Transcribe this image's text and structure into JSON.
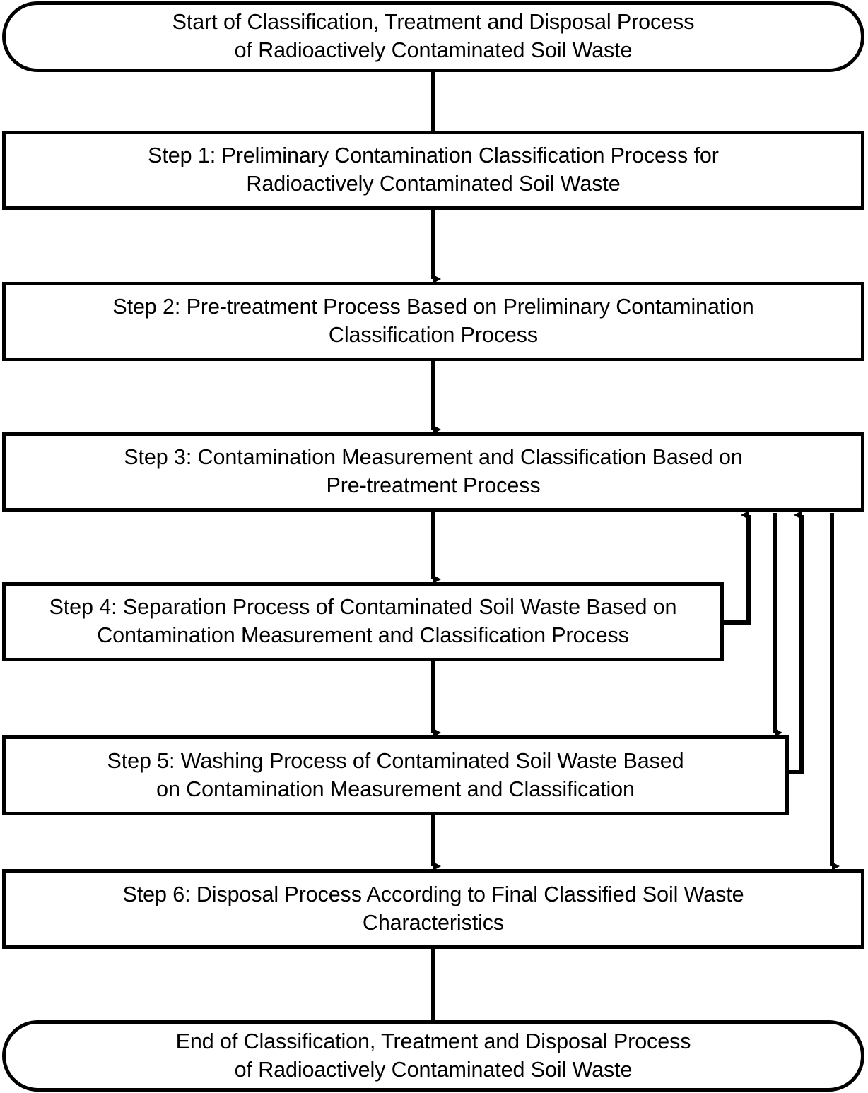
{
  "diagram": {
    "title": "Classification, Treatment and Disposal Process of Radioactively Contaminated Soil Waste",
    "line_color": "#000000",
    "fill_color": "#ffffff",
    "nodes": [
      {
        "id": "start",
        "shape": "terminator",
        "text": "Start of Classification, Treatment and Disposal Process\nof Radioactively Contaminated Soil Waste"
      },
      {
        "id": "step1",
        "shape": "process",
        "text": "Step 1: Preliminary Contamination Classification Process for\nRadioactively Contaminated Soil Waste"
      },
      {
        "id": "step2",
        "shape": "process",
        "text": "Step 2: Pre-treatment Process Based on Preliminary Contamination\nClassification Process"
      },
      {
        "id": "step3",
        "shape": "process",
        "text": "Step 3: Contamination Measurement and Classification Based on\nPre-treatment Process"
      },
      {
        "id": "step4",
        "shape": "process",
        "text": "Step 4: Separation Process of Contaminated Soil Waste Based on\nContamination Measurement and Classification Process"
      },
      {
        "id": "step5",
        "shape": "process",
        "text": "Step 5: Washing Process of Contaminated Soil Waste Based\non Contamination Measurement and Classification"
      },
      {
        "id": "step6",
        "shape": "process",
        "text": "Step 6: Disposal Process According to Final Classified Soil Waste\nCharacteristics"
      },
      {
        "id": "end",
        "shape": "terminator",
        "text": "End of Classification, Treatment and Disposal Process\nof Radioactively Contaminated Soil Waste"
      }
    ],
    "connectors": [
      {
        "id": "start-to-step1",
        "from": "start",
        "to": "step1",
        "arrowhead": false
      },
      {
        "id": "step1-to-step2",
        "from": "step1",
        "to": "step2",
        "arrowhead": true
      },
      {
        "id": "step2-to-step3",
        "from": "step2",
        "to": "step3",
        "arrowhead": true
      },
      {
        "id": "step3-to-step4",
        "from": "step3",
        "to": "step4",
        "arrowhead": true
      },
      {
        "id": "step4-to-step5",
        "from": "step4",
        "to": "step5",
        "arrowhead": true
      },
      {
        "id": "step5-to-step6",
        "from": "step5",
        "to": "step6",
        "arrowhead": true
      },
      {
        "id": "step6-to-end",
        "from": "step6",
        "to": "end",
        "arrowhead": false
      },
      {
        "id": "step4-back-to-step3",
        "from": "step4",
        "to": "step3",
        "arrowhead": true,
        "kind": "feedback-up"
      },
      {
        "id": "step3-to-step5-bypass",
        "from": "step3",
        "to": "step5",
        "arrowhead": true,
        "kind": "bypass-down"
      },
      {
        "id": "step5-back-to-step3",
        "from": "step5",
        "to": "step3",
        "arrowhead": true,
        "kind": "feedback-up"
      },
      {
        "id": "step3-to-step6-bypass",
        "from": "step3",
        "to": "step6",
        "arrowhead": true,
        "kind": "bypass-down"
      }
    ]
  }
}
